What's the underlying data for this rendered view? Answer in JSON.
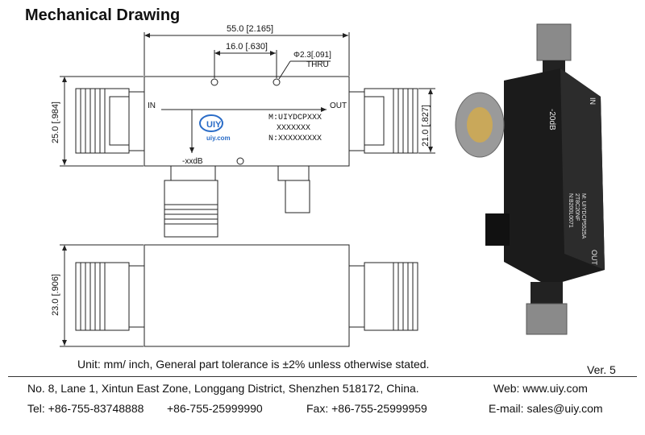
{
  "header": {
    "title": "Mechanical Drawing"
  },
  "drawing": {
    "dim_width": "55.0 [2.165]",
    "dim_hole_spacing": "16.0 [.630]",
    "hole_callout": "Φ2.3[.091]",
    "hole_note": "THRU",
    "dim_height_body": "25.0 [.984]",
    "dim_height_ports": "21.0 [.827]",
    "dim_side_height": "23.0 [.906]",
    "port_in": "IN",
    "port_out": "OUT",
    "coupled_label": "-xxdB",
    "logo_text": "UIY",
    "logo_sub": "uiy.com",
    "marking_model": "M:UIYDCPXXX",
    "marking_code": "XXXXXXX",
    "marking_serial": "N:XXXXXXXXX"
  },
  "photo": {
    "label_in": "IN",
    "label_out": "OUT",
    "label_coupling": "-20dB",
    "label_model": "M: UIYDCP5525A",
    "label_code": "2T8C20NF",
    "label_serial": "N:B200L0071"
  },
  "footer": {
    "tolerance_note": "Unit: mm/ inch, General part tolerance is ±2% unless otherwise stated.",
    "version": "Ver. 5",
    "address": "No. 8, Lane 1, Xintun East Zone, Longgang District, Shenzhen 518172, China.",
    "web": "Web: www.uiy.com",
    "tel1": "Tel: +86-755-83748888",
    "tel2": "+86-755-25999990",
    "fax": "Fax: +86-755-25999959",
    "email": "E-mail: sales@uiy.com"
  }
}
